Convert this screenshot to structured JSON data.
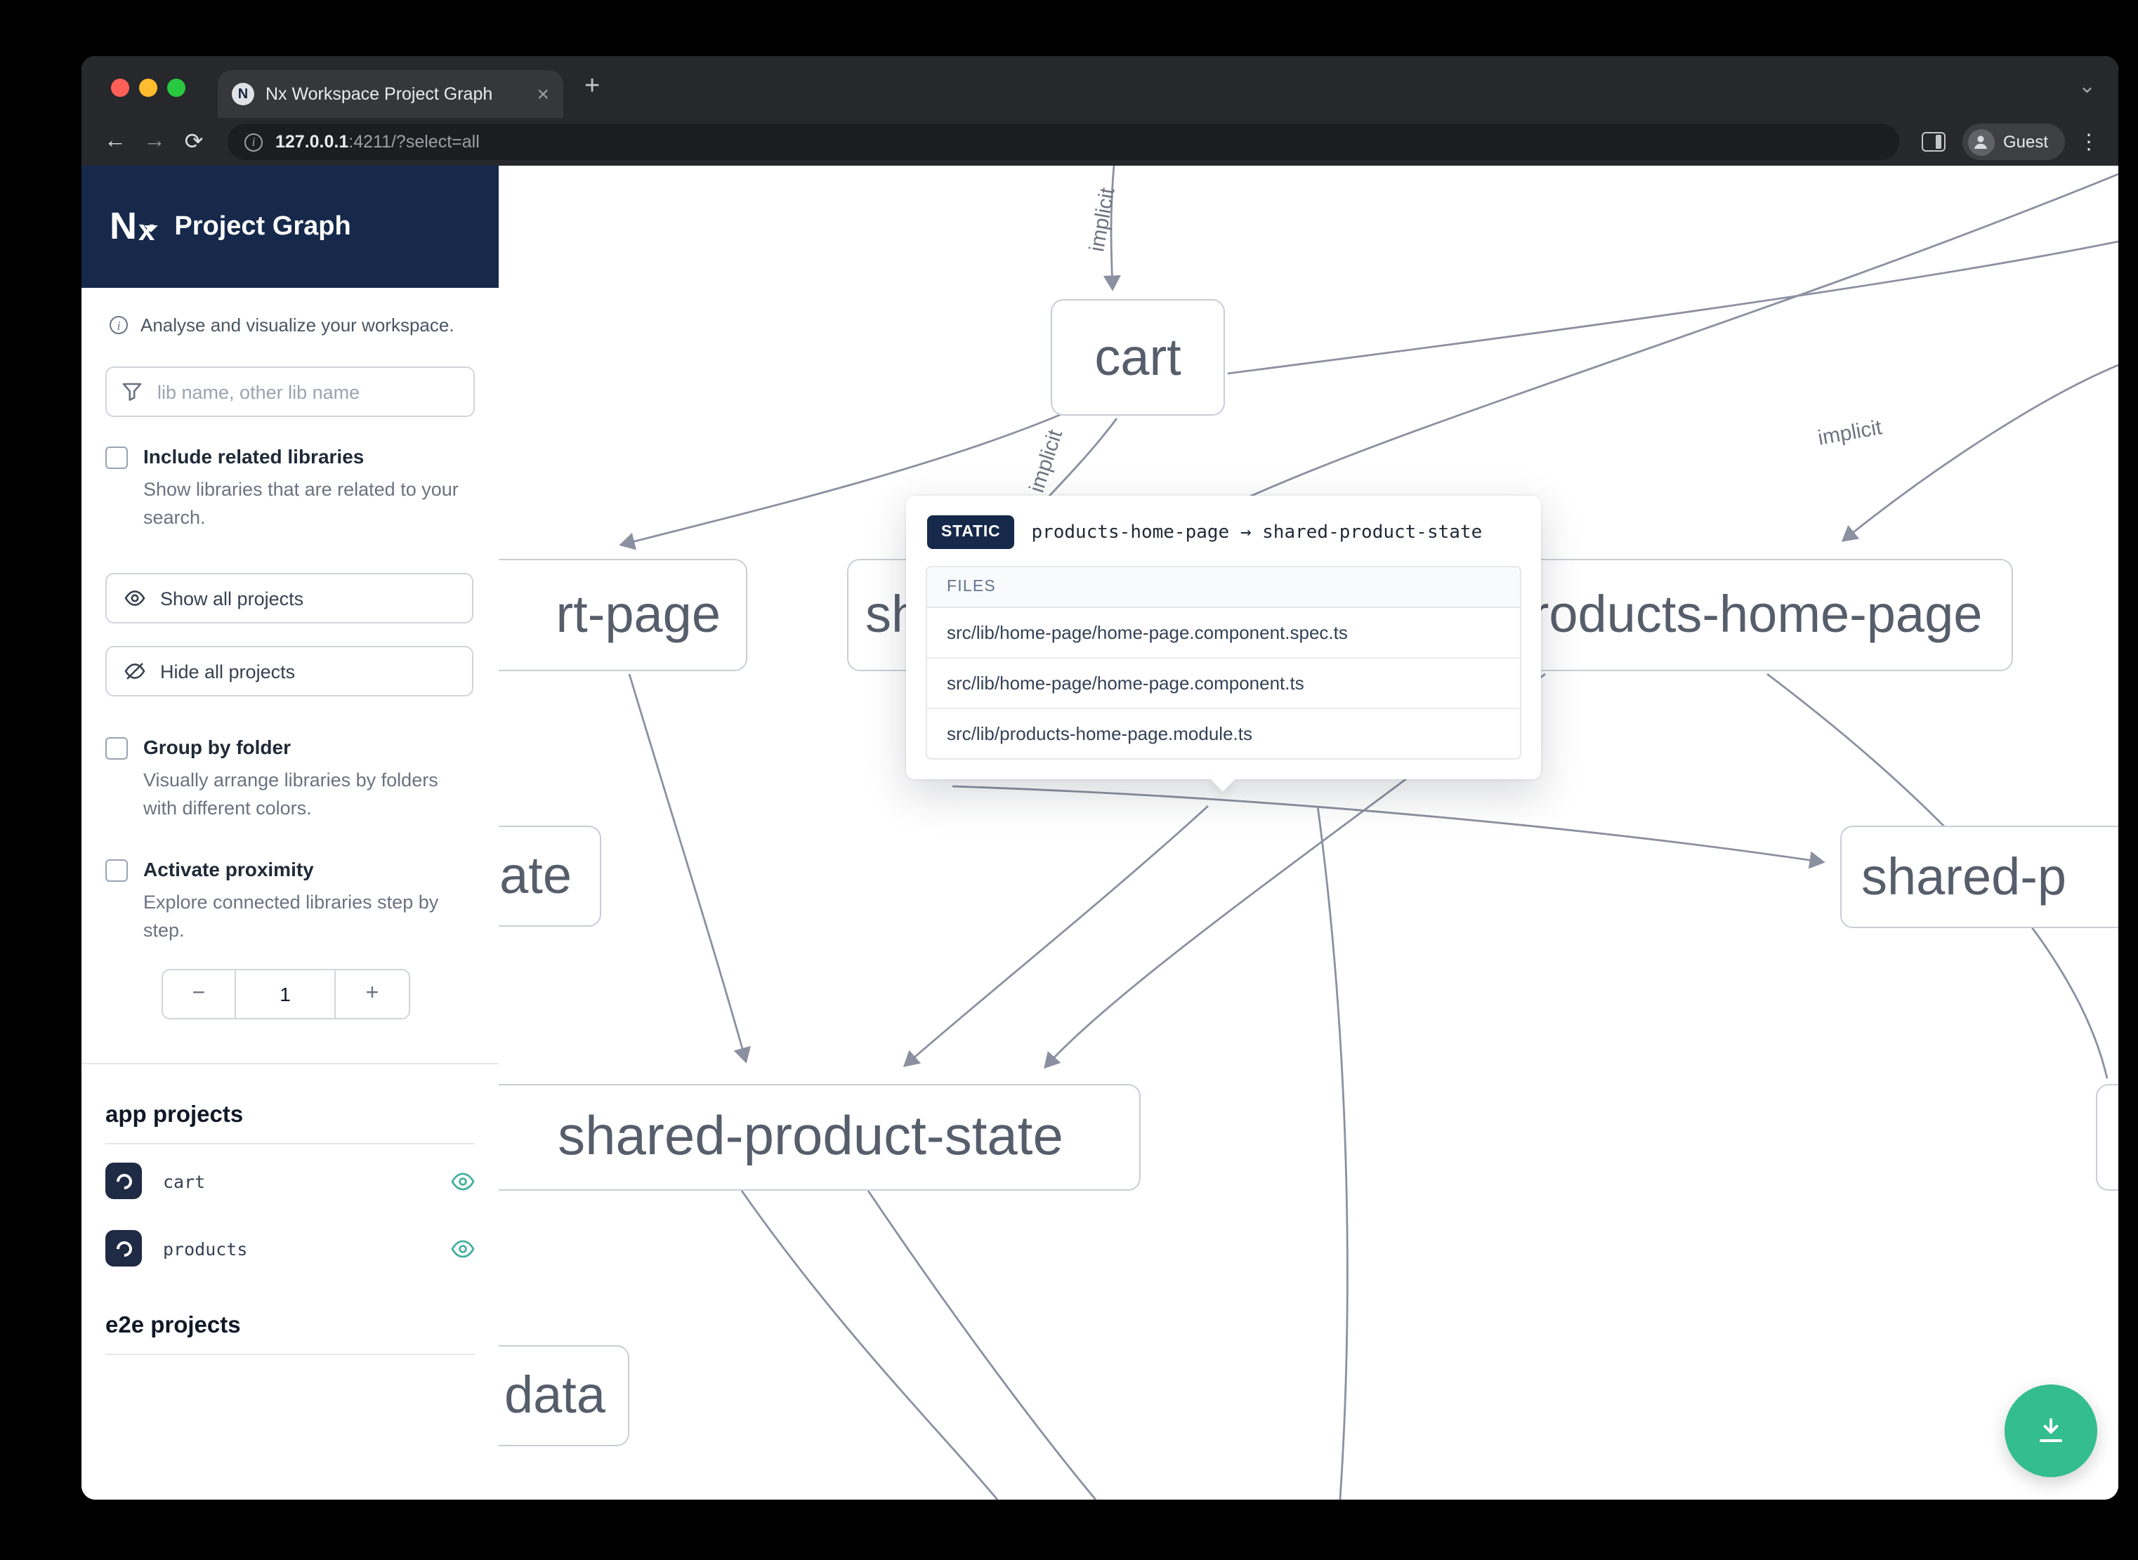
{
  "browser": {
    "tab_title": "Nx Workspace Project Graph",
    "favicon_glyph": "N",
    "close_glyph": "×",
    "new_tab_glyph": "+",
    "chevron_glyph": "⌄",
    "back_glyph": "←",
    "forward_glyph": "→",
    "reload_glyph": "⟳",
    "kebab_glyph": "⋮",
    "info_glyph": "i",
    "url_host": "127.0.0.1",
    "url_rest": ":4211/?select=all",
    "guest_label": "Guest"
  },
  "sidebar": {
    "brand_title": "Project Graph",
    "tagline": "Analyse and visualize your workspace.",
    "filter_placeholder": "lib name, other lib name",
    "include_related_label": "Include related libraries",
    "include_related_desc": "Show libraries that are related to your search.",
    "show_all_label": "Show all projects",
    "hide_all_label": "Hide all projects",
    "group_folder_label": "Group by folder",
    "group_folder_desc": "Visually arrange libraries by folders with different colors.",
    "proximity_label": "Activate proximity",
    "proximity_desc": "Explore connected libraries step by step.",
    "stepper_minus": "−",
    "stepper_value": "1",
    "stepper_plus": "+",
    "app_section": "app projects",
    "e2e_section": "e2e projects",
    "app_projects": [
      {
        "name": "cart"
      },
      {
        "name": "products"
      }
    ]
  },
  "graph": {
    "edge_label": "implicit",
    "accent_navy": "#16294b",
    "edge_color": "#8b90a1",
    "nodes": {
      "cart": "cart",
      "cart_page": "rt-page",
      "shared_partial": "sh",
      "products_home_page": "products-home-page",
      "state": "ate",
      "shared_p": "shared-p",
      "shared_product_state": "shared-product-state",
      "data": "data"
    }
  },
  "tooltip": {
    "badge": "STATIC",
    "relation": "products-home-page → shared-product-state",
    "files_header": "FILES",
    "files": [
      "src/lib/home-page/home-page.component.spec.ts",
      "src/lib/home-page/home-page.component.ts",
      "src/lib/products-home-page.module.ts"
    ]
  }
}
